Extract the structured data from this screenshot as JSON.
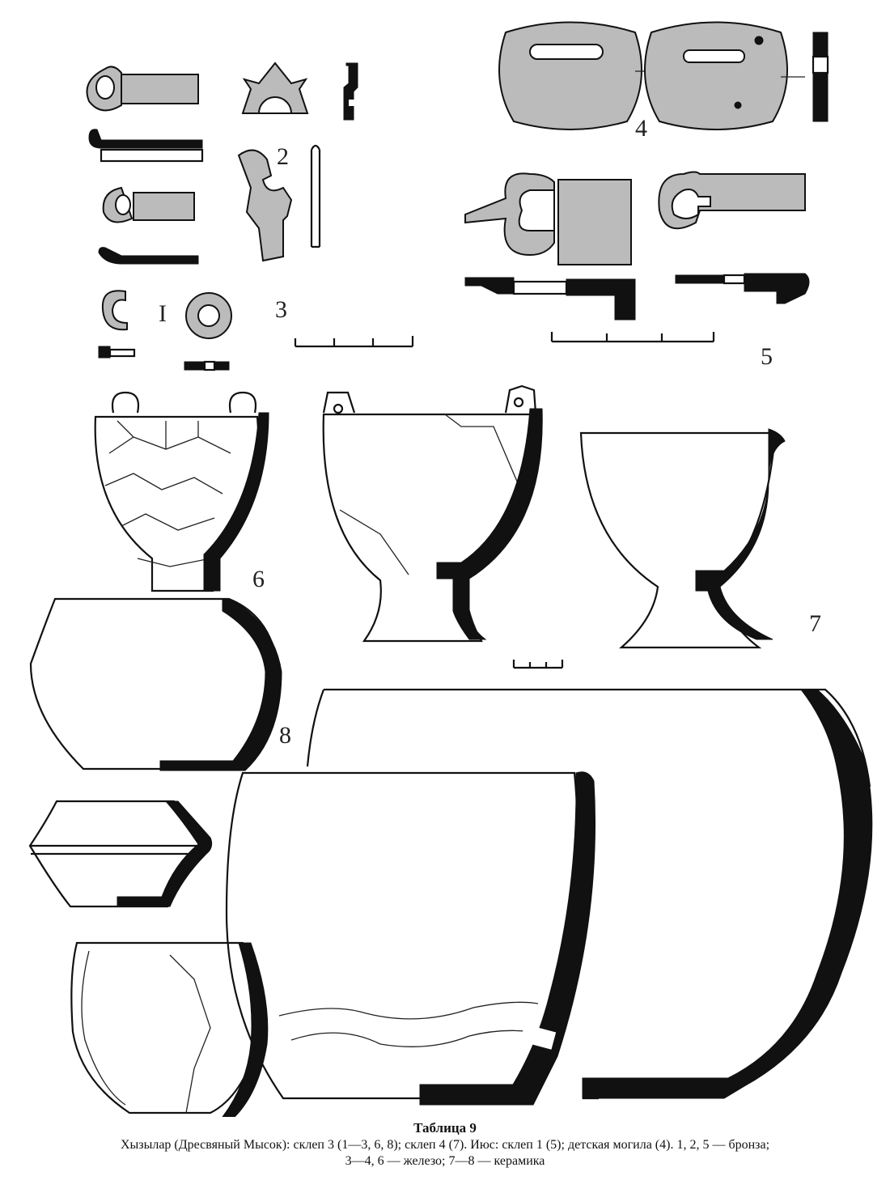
{
  "figure_labels": {
    "l1": "I",
    "l2": "2",
    "l3": "3",
    "l4": "4",
    "l5": "5",
    "l6": "6",
    "l7": "7",
    "l8": "8"
  },
  "caption": {
    "title": "Таблица 9",
    "line1": "Хызылар (Дресвяный Мысок):  склеп 3 (1—3, 6, 8); склеп 4 (7). Июс: склеп 1 (5); детская могила (4). 1, 2, 5 — бронза;",
    "line2": "3—4, 6 — железо; 7—8 — керамика"
  }
}
